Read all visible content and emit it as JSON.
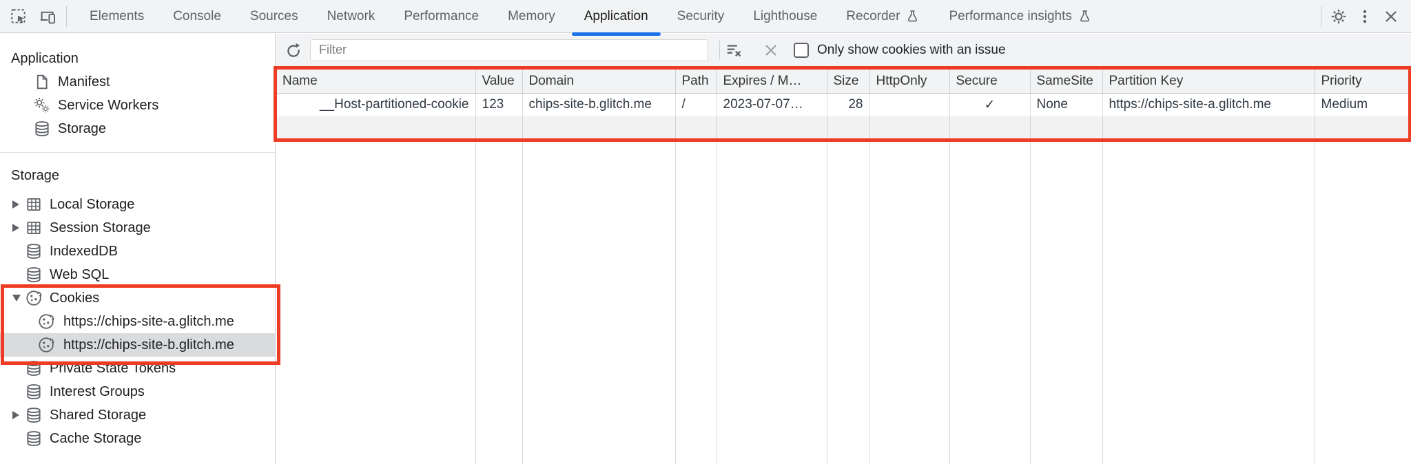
{
  "colors": {
    "accent_blue": "#1a73e8",
    "annotation_red": "#ee3b24",
    "selected_item_bg": "#dadbdd",
    "toolbar_bg": "#f1f3f4"
  },
  "toolbar": {
    "tabs": [
      {
        "label": "Elements",
        "selected": false
      },
      {
        "label": "Console",
        "selected": false
      },
      {
        "label": "Sources",
        "selected": false
      },
      {
        "label": "Network",
        "selected": false
      },
      {
        "label": "Performance",
        "selected": false
      },
      {
        "label": "Memory",
        "selected": false
      },
      {
        "label": "Application",
        "selected": true
      },
      {
        "label": "Security",
        "selected": false
      },
      {
        "label": "Lighthouse",
        "selected": false
      },
      {
        "label": "Recorder",
        "selected": false,
        "experimental": true
      },
      {
        "label": "Performance insights",
        "selected": false,
        "experimental": true
      }
    ]
  },
  "sidebar": {
    "app_section_title": "Application",
    "app_items": [
      {
        "label": "Manifest"
      },
      {
        "label": "Service Workers"
      },
      {
        "label": "Storage"
      }
    ],
    "storage_section_title": "Storage",
    "storage_items": [
      {
        "label": "Local Storage",
        "state": "collapsed"
      },
      {
        "label": "Session Storage",
        "state": "collapsed"
      },
      {
        "label": "IndexedDB"
      },
      {
        "label": "Web SQL"
      },
      {
        "label": "Cookies",
        "state": "expanded"
      },
      {
        "label": "https://chips-site-a.glitch.me",
        "child": true
      },
      {
        "label": "https://chips-site-b.glitch.me",
        "child": true,
        "selected": true
      },
      {
        "label": "Private State Tokens"
      },
      {
        "label": "Interest Groups"
      },
      {
        "label": "Shared Storage",
        "state": "collapsed"
      },
      {
        "label": "Cache Storage"
      }
    ]
  },
  "cookie_pane": {
    "filter_placeholder": "Filter",
    "issue_checkbox_label": "Only show cookies with an issue",
    "issue_checkbox_checked": false,
    "table": {
      "columns": [
        "Name",
        "Value",
        "Domain",
        "Path",
        "Expires / M…",
        "Size",
        "HttpOnly",
        "Secure",
        "SameSite",
        "Partition Key",
        "Priority"
      ],
      "row": {
        "name": "__Host-partitioned-cookie",
        "value": "123",
        "domain": "chips-site-b.glitch.me",
        "path": "/",
        "expires": "2023-07-07…",
        "size": "28",
        "http_only": "",
        "secure": "✓",
        "same_site": "None",
        "partition_key": "https://chips-site-a.glitch.me",
        "priority": "Medium"
      }
    }
  }
}
